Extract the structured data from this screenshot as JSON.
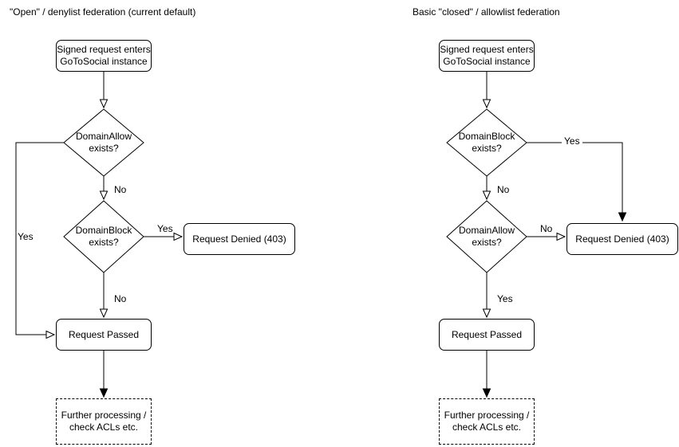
{
  "canvas": {
    "background": "#ffffff",
    "stroke_color": "#000000",
    "text_color": "#000000"
  },
  "left_flow": {
    "title": "\"Open\" / denylist federation (current default)",
    "nodes": {
      "start": "Signed request enters\nGoToSocial instance",
      "decision1": "DomainAllow\nexists?",
      "decision2": "DomainBlock\nexists?",
      "denied": "Request Denied (403)",
      "passed": "Request Passed",
      "further": "Further processing /\ncheck ACLs etc."
    },
    "edge_labels": {
      "decision1_no": "No",
      "decision1_yes": "Yes",
      "decision2_yes": "Yes",
      "decision2_no": "No"
    }
  },
  "right_flow": {
    "title": "Basic \"closed\" / allowlist federation",
    "nodes": {
      "start": "Signed request enters\nGoToSocial instance",
      "decision1": "DomainBlock\nexists?",
      "decision2": "DomainAllow\nexists?",
      "denied": "Request Denied (403)",
      "passed": "Request Passed",
      "further": "Further processing /\ncheck ACLs etc."
    },
    "edge_labels": {
      "decision1_yes": "Yes",
      "decision1_no": "No",
      "decision2_no": "No",
      "decision2_yes": "Yes"
    }
  }
}
